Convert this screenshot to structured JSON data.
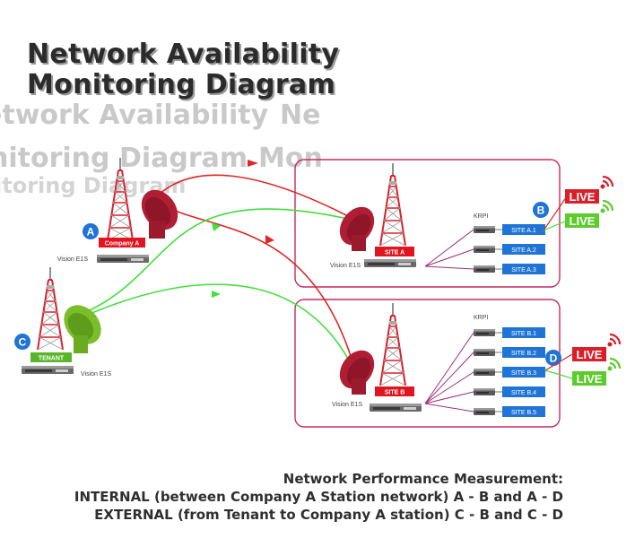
{
  "title": {
    "line1": "Network Availability",
    "line2": "Monitoring Diagram"
  },
  "ghost": {
    "a": "etwork Availability",
    "b": "Ne",
    "c": "nitoring Diagram",
    "d": "Mon",
    "e": "itoring Diagram"
  },
  "nodes": {
    "a_badge": "A",
    "a_label": "Company A",
    "a_device": "Vision E1S",
    "b_badge": "B",
    "c_badge": "C",
    "c_label": "TENANT",
    "c_device": "Vision E1S",
    "d_badge": "D",
    "site_a_label": "SITE A",
    "site_a_device": "Vision E1S",
    "site_b_label": "SITE B",
    "site_b_device": "Vision E1S"
  },
  "krpi_label": "KRPI",
  "site_a_items": [
    "SITE A.1",
    "SITE A.2",
    "SITE A.3"
  ],
  "site_b_items": [
    "SITE B.1",
    "SITE B.2",
    "SITE B.3",
    "SITE B.4",
    "SITE B.5"
  ],
  "live_label": "LIVE",
  "colors": {
    "red": "#d9202a",
    "green": "#5ccb2c",
    "blue": "#1f74d6",
    "panel_border": "#c92a5e",
    "red_link": "#e02525",
    "green_link": "#3fe03b",
    "purple_link": "#9a2f7e",
    "dish_red": "#b01e34",
    "dish_green": "#7abf2a"
  },
  "footer": {
    "line1": "Network Performance Measurement:",
    "line2": "INTERNAL (between Company A Station network) A - B and A - D",
    "line3": "EXTERNAL (from Tenant to Company A station) C - B and C - D"
  }
}
